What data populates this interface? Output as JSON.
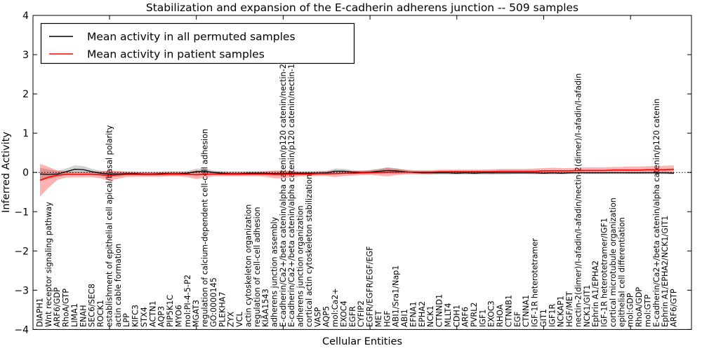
{
  "title": "Stabilization and expansion of the E-cadherin adherens junction -- 509 samples",
  "axes": {
    "x_label": "Cellular Entities",
    "y_label": "Inferred Activity",
    "y_ticks": [
      "4",
      "3",
      "2",
      "1",
      "0",
      "−1",
      "−2",
      "−3",
      "−4"
    ]
  },
  "legend": {
    "entries": [
      {
        "label": "Mean activity in all permuted samples",
        "color": "#000000"
      },
      {
        "label": "Mean activity in patient samples",
        "color": "#ff0000"
      }
    ]
  },
  "chart_data": {
    "type": "line",
    "title": "Stabilization and expansion of the E-cadherin adherens junction -- 509 samples",
    "xlabel": "Cellular Entities",
    "ylabel": "Inferred Activity",
    "ylim": [
      -4,
      4
    ],
    "grid": false,
    "zero_line": "dotted",
    "legend_position": "upper left",
    "categories": [
      "DIAPH1",
      "Wnt receptor signaling pathway",
      "ARF6/GDP",
      "RhoA/GTP",
      "LIMA1",
      "ENAH",
      "SEC6/SEC8",
      "ROCK1",
      "establishment of epithelial cell apical/basal polarity",
      "actin cable formation",
      "LPP",
      "KIFC3",
      "STX4",
      "ACTN1",
      "AQP3",
      "PIP5K1C",
      "MYO6",
      "mol:PI-4-5-P2",
      "MGAT3",
      "regulation of calcium-dependent cell-cell adhesion",
      "GO:0000145",
      "PLEKHA7",
      "ZYX",
      "VCL",
      "actin cytoskeleton organization",
      "regulation of cell-cell adhesion",
      "KIAA1543",
      "adherens junction assembly",
      "E-cadherin/Ca2+/beta catenin/alpha catenin/p120 catenin/nectin-2/afadin",
      "E-cadherin/Ca2+/beta catenin/alpha catenin/p120 catenin/nectin-1/afadin",
      "adherens junction organization",
      "cortical actin cytoskeleton stabilization",
      "VASP",
      "AQP5",
      "mol:Ca2+",
      "EXOC4",
      "EGFR",
      "CYFIP2",
      "EGFR/EGFR/EGF/EGF",
      "MET",
      "HGF",
      "ABI1/Sra1/Nap1",
      "ABI1",
      "EFNA1",
      "EPHA2",
      "NCK1",
      "CTNND1",
      "MLLT4",
      "CDH1",
      "ARF6",
      "PVRL2",
      "IGF1",
      "EXOC3",
      "RHOA",
      "CTNNB1",
      "EGF",
      "CTNNA1",
      "IGF-1R heterotetramer",
      "GIT1",
      "IGF1R",
      "NCKAP1",
      "HGF/MET",
      "nectin-2(dimer)/I-afadin/I-afadin/nectin-2(dimer)/I-afadin/I-afadin",
      "NCK1/GIT1",
      "Ephrin A1/EPHA2",
      "IGF-1R heterotetramer/IGF1",
      "cortical microtubule organization",
      "epithelial cell differentiation",
      "mol:GDP",
      "RhoA/GDP",
      "mol:GTP",
      "E-cadherin/Ca2+/beta catenin/alpha catenin/p120 catenin",
      "Ephrin A1/EPHA2/NCK1/GIT1",
      "ARF6/GTP"
    ],
    "series": [
      {
        "name": "Mean activity in all permuted samples",
        "color": "#000000",
        "band_color": "rgba(0,0,0,0.18)",
        "values": [
          -0.04,
          -0.05,
          -0.04,
          0.02,
          0.08,
          0.07,
          0.02,
          -0.02,
          -0.04,
          -0.04,
          -0.03,
          -0.03,
          -0.04,
          -0.04,
          -0.03,
          -0.03,
          -0.03,
          -0.02,
          0.02,
          0.03,
          0.0,
          -0.02,
          -0.03,
          -0.03,
          -0.02,
          -0.02,
          -0.02,
          -0.03,
          -0.03,
          -0.02,
          -0.02,
          -0.02,
          -0.02,
          -0.01,
          0.03,
          0.03,
          0.01,
          0.0,
          0.01,
          0.03,
          0.05,
          0.04,
          0.02,
          0.0,
          -0.01,
          -0.01,
          -0.01,
          -0.01,
          -0.02,
          -0.01,
          -0.02,
          -0.01,
          -0.01,
          -0.01,
          -0.01,
          -0.01,
          -0.01,
          -0.01,
          -0.02,
          -0.01,
          -0.02,
          -0.01,
          -0.01,
          -0.01,
          -0.01,
          -0.01,
          -0.01,
          -0.01,
          -0.01,
          -0.01,
          -0.01,
          -0.01,
          -0.01,
          -0.02
        ],
        "band_halfwidth": [
          0.16,
          0.12,
          0.08,
          0.08,
          0.1,
          0.09,
          0.07,
          0.06,
          0.07,
          0.06,
          0.05,
          0.05,
          0.05,
          0.05,
          0.05,
          0.05,
          0.05,
          0.05,
          0.08,
          0.07,
          0.05,
          0.05,
          0.05,
          0.05,
          0.05,
          0.05,
          0.05,
          0.06,
          0.06,
          0.05,
          0.05,
          0.05,
          0.05,
          0.05,
          0.07,
          0.06,
          0.05,
          0.04,
          0.05,
          0.06,
          0.08,
          0.07,
          0.05,
          0.04,
          0.04,
          0.04,
          0.04,
          0.04,
          0.04,
          0.04,
          0.04,
          0.04,
          0.04,
          0.04,
          0.04,
          0.03,
          0.03,
          0.03,
          0.03,
          0.03,
          0.03,
          0.03,
          0.03,
          0.03,
          0.03,
          0.03,
          0.03,
          0.03,
          0.03,
          0.03,
          0.03,
          0.03,
          0.03,
          0.03
        ]
      },
      {
        "name": "Mean activity in patient samples",
        "color": "#ff0000",
        "band_color": "rgba(255,0,0,0.30)",
        "values": [
          -0.2,
          -0.12,
          -0.07,
          -0.05,
          -0.05,
          -0.05,
          -0.05,
          -0.06,
          -0.08,
          -0.06,
          -0.05,
          -0.05,
          -0.05,
          -0.05,
          -0.05,
          -0.04,
          -0.04,
          -0.05,
          -0.06,
          -0.05,
          -0.04,
          -0.04,
          -0.04,
          -0.04,
          -0.04,
          -0.04,
          -0.04,
          -0.05,
          -0.05,
          -0.04,
          -0.04,
          -0.04,
          -0.03,
          -0.03,
          -0.03,
          -0.02,
          -0.02,
          -0.01,
          0.0,
          0.0,
          0.01,
          0.01,
          0.01,
          0.01,
          0.01,
          0.01,
          0.02,
          0.02,
          0.02,
          0.02,
          0.02,
          0.02,
          0.02,
          0.03,
          0.03,
          0.03,
          0.03,
          0.03,
          0.04,
          0.04,
          0.04,
          0.04,
          0.05,
          0.05,
          0.05,
          0.05,
          0.06,
          0.06,
          0.06,
          0.06,
          0.07,
          0.07,
          0.07,
          0.08
        ],
        "band_halfwidth": [
          0.42,
          0.26,
          0.12,
          0.08,
          0.07,
          0.07,
          0.07,
          0.09,
          0.13,
          0.1,
          0.07,
          0.06,
          0.06,
          0.06,
          0.06,
          0.06,
          0.06,
          0.07,
          0.11,
          0.08,
          0.06,
          0.06,
          0.06,
          0.06,
          0.06,
          0.06,
          0.07,
          0.1,
          0.1,
          0.08,
          0.06,
          0.06,
          0.06,
          0.06,
          0.09,
          0.07,
          0.06,
          0.06,
          0.06,
          0.08,
          0.11,
          0.08,
          0.06,
          0.05,
          0.05,
          0.05,
          0.05,
          0.05,
          0.05,
          0.05,
          0.05,
          0.05,
          0.06,
          0.06,
          0.06,
          0.06,
          0.06,
          0.07,
          0.07,
          0.08,
          0.07,
          0.07,
          0.07,
          0.08,
          0.08,
          0.08,
          0.08,
          0.08,
          0.09,
          0.09,
          0.09,
          0.09,
          0.1,
          0.1
        ]
      }
    ]
  }
}
